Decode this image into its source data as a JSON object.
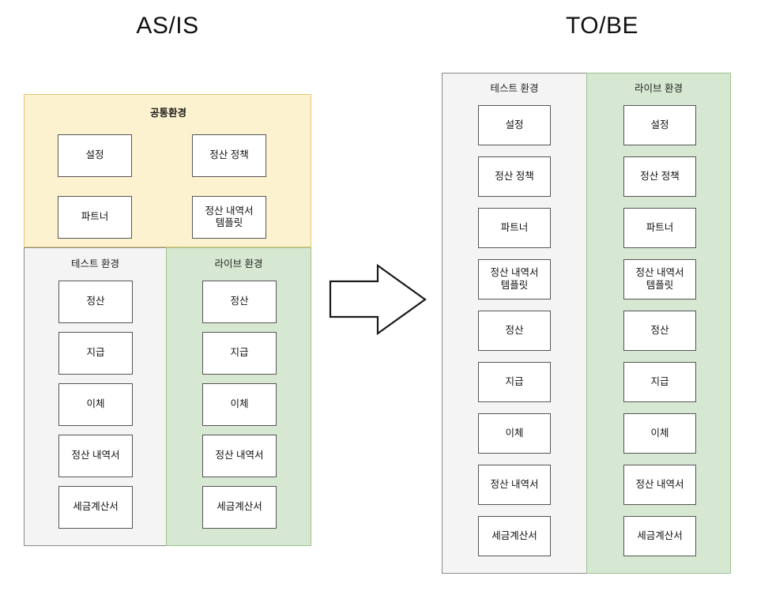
{
  "titles": {
    "asis": "AS/IS",
    "tobe": "TO/BE"
  },
  "asis": {
    "common": {
      "label": "공통환경",
      "boxes": [
        {
          "label": "설정"
        },
        {
          "label": "정산 정책"
        },
        {
          "label": "파트너"
        },
        {
          "label": "정산 내역서\n템플릿"
        }
      ]
    },
    "test": {
      "label": "테스트 환경",
      "boxes": [
        {
          "label": "정산"
        },
        {
          "label": "지급"
        },
        {
          "label": "이체"
        },
        {
          "label": "정산 내역서"
        },
        {
          "label": "세금계산서"
        }
      ]
    },
    "live": {
      "label": "라이브 환경",
      "boxes": [
        {
          "label": "정산"
        },
        {
          "label": "지급"
        },
        {
          "label": "이체"
        },
        {
          "label": "정산 내역서"
        },
        {
          "label": "세금계산서"
        }
      ]
    }
  },
  "tobe": {
    "test": {
      "label": "테스트 환경",
      "boxes": [
        {
          "label": "설정"
        },
        {
          "label": "정산 정책"
        },
        {
          "label": "파트너"
        },
        {
          "label": "정산 내역서\n템플릿"
        },
        {
          "label": "정산"
        },
        {
          "label": "지급"
        },
        {
          "label": "이체"
        },
        {
          "label": "정산 내역서"
        },
        {
          "label": "세금계산서"
        }
      ]
    },
    "live": {
      "label": "라이브 환경",
      "boxes": [
        {
          "label": "설정"
        },
        {
          "label": "정산 정책"
        },
        {
          "label": "파트너"
        },
        {
          "label": "정산 내역서\n템플릿"
        },
        {
          "label": "정산"
        },
        {
          "label": "지급"
        },
        {
          "label": "이체"
        },
        {
          "label": "정산 내역서"
        },
        {
          "label": "세금계산서"
        }
      ]
    }
  },
  "arrow": {
    "icon": "right-arrow-icon",
    "direction": "right"
  },
  "colors": {
    "common_env_fill": "#FDF2D0",
    "common_env_stroke": "#E3C87A",
    "test_env_fill": "#F4F4F4",
    "test_env_stroke": "#8A8A8A",
    "live_env_fill": "#D6E8D2",
    "live_env_stroke": "#9CC28F",
    "node_fill": "#FFFFFF",
    "node_stroke": "#555555",
    "arrow_stroke": "#1A1A1A",
    "background": "#FFFFFF"
  }
}
